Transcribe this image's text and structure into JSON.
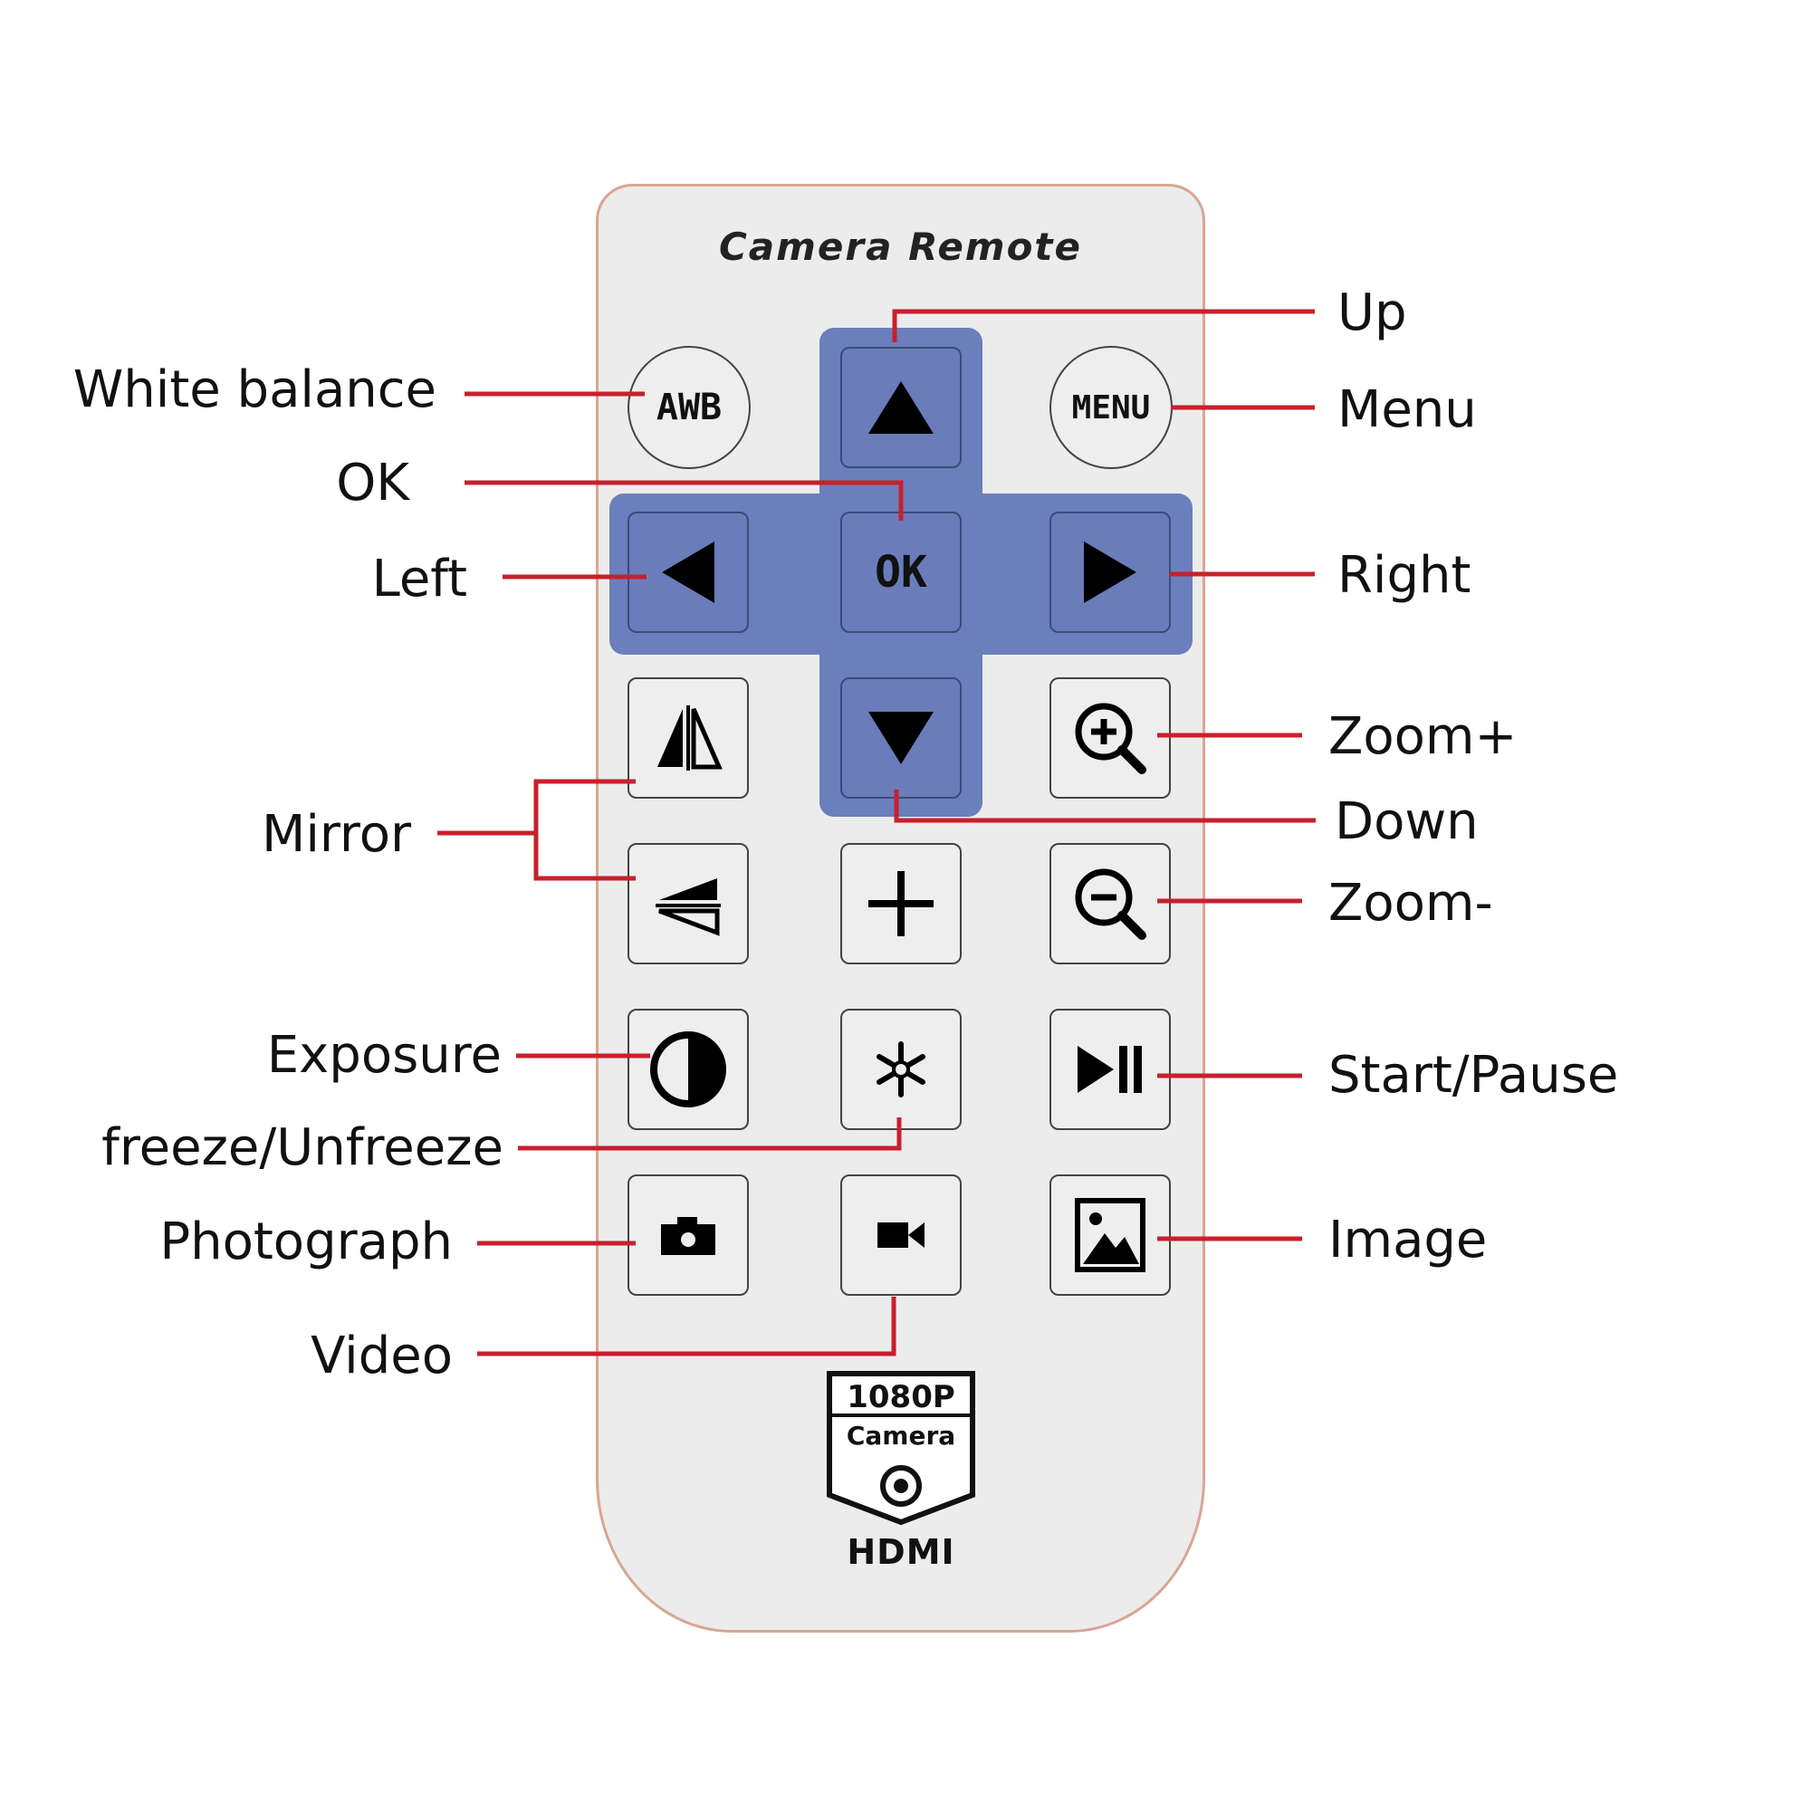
{
  "remote": {
    "title": "Camera Remote",
    "buttons": {
      "awb": "AWB",
      "menu": "MENU",
      "ok": "OK"
    },
    "badge": {
      "line1": "1080P",
      "line2": "Camera",
      "brand": "HDMI"
    }
  },
  "labels": {
    "white_balance": "White balance",
    "ok": "OK",
    "left": "Left",
    "mirror": "Mirror",
    "exposure": "Exposure",
    "freeze": "freeze/Unfreeze",
    "photograph": "Photograph",
    "video": "Video",
    "up": "Up",
    "menu": "Menu",
    "right": "Right",
    "zoom_plus": "Zoom+",
    "down": "Down",
    "zoom_minus": "Zoom-",
    "start_pause": "Start/Pause",
    "image": "Image"
  },
  "colors": {
    "leader_line": "#c8202c",
    "dpad": "#6b7fbc",
    "body": "#ececec",
    "outline": "#d9a595"
  }
}
